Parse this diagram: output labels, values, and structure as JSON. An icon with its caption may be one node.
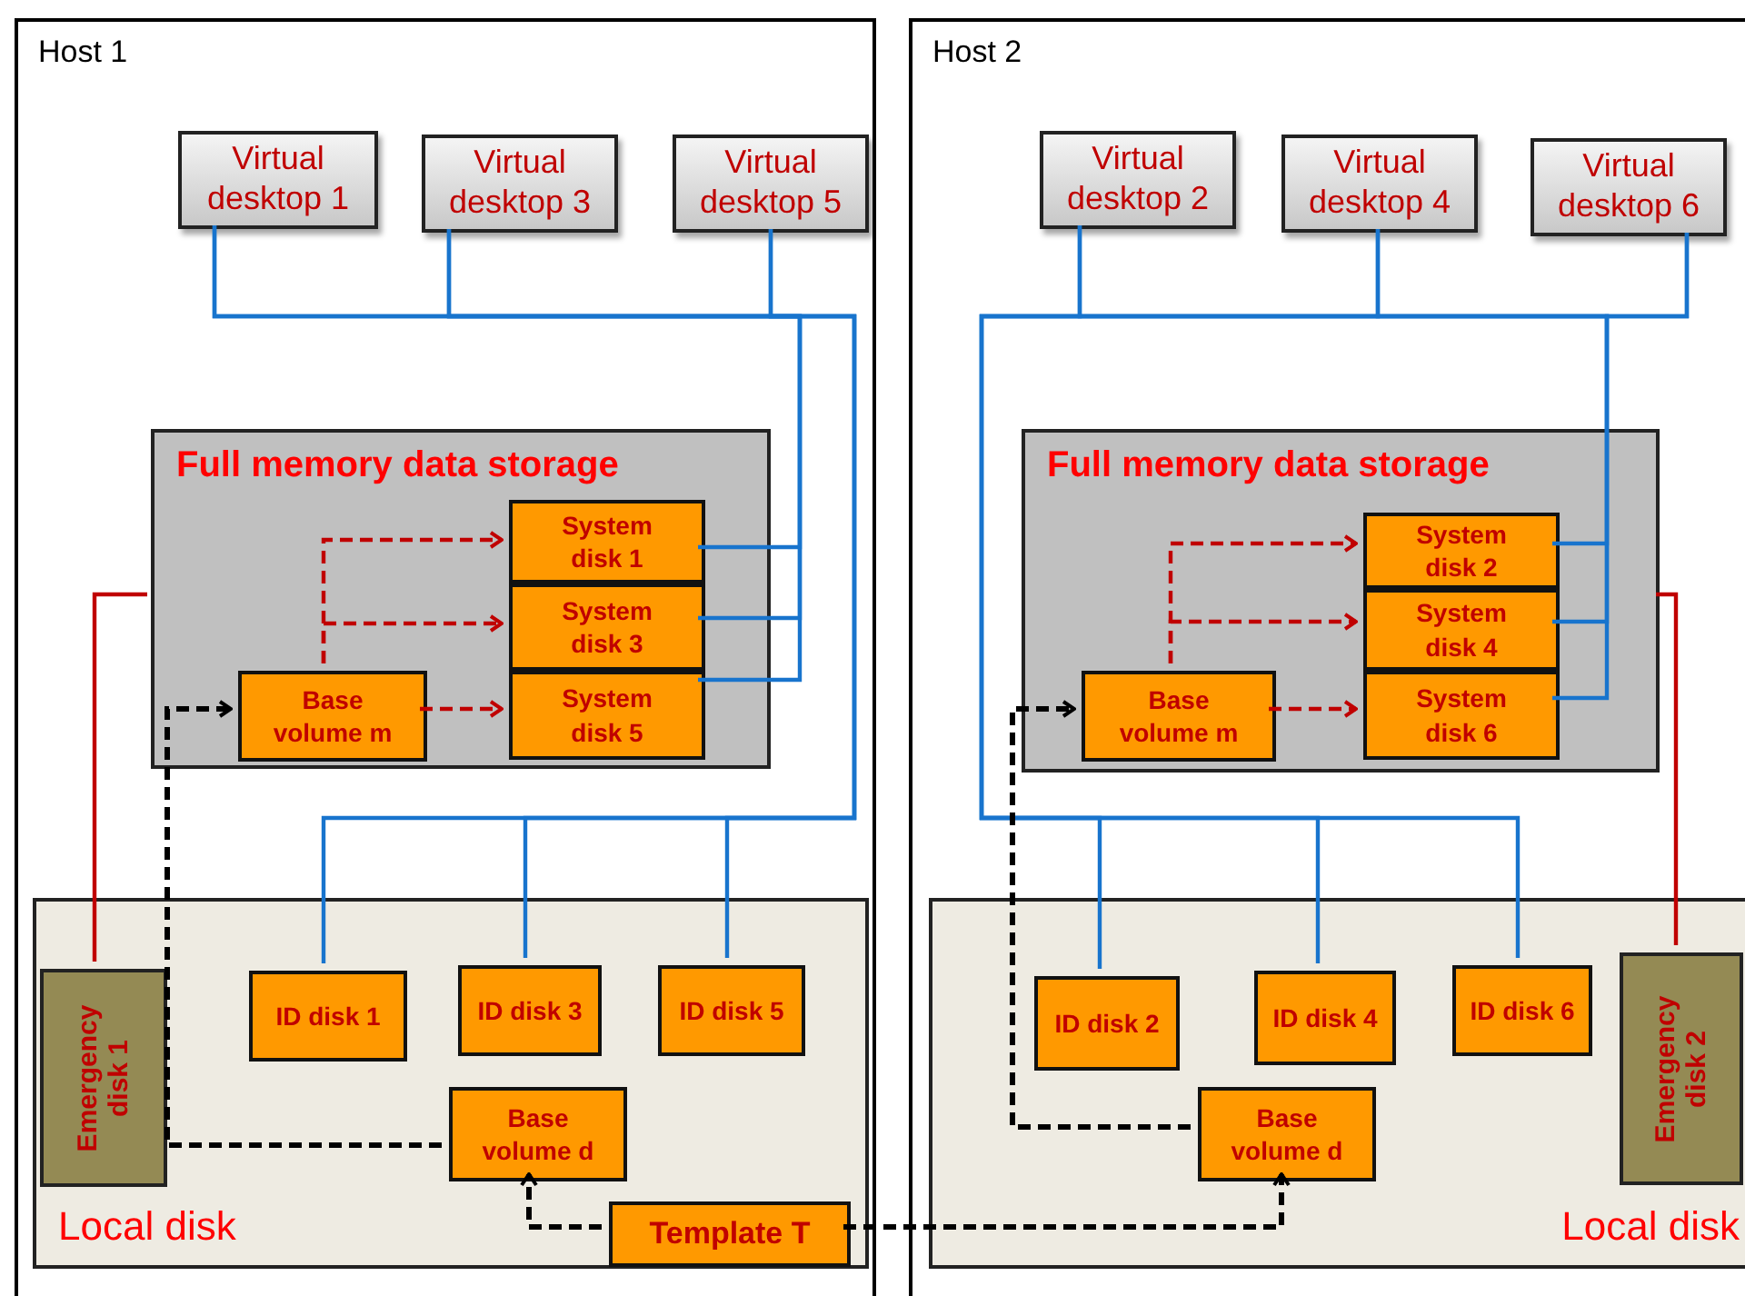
{
  "diagram": {
    "nodes": [
      {
        "text": [
          "Host 1"
        ]
      },
      {
        "text": [
          "Host 2"
        ]
      },
      {
        "text": [
          "Virtual desktop 1"
        ],
        "in": 0
      },
      {
        "text": [
          "Virtual desktop 3"
        ],
        "in": 0
      },
      {
        "text": [
          "Virtual desktop 5"
        ],
        "in": 0
      },
      {
        "text": [
          "Virtual desktop 2"
        ],
        "in": 1
      },
      {
        "text": [
          "Virtual desktop 4"
        ],
        "in": 1
      },
      {
        "text": [
          "Virtual desktop 6"
        ],
        "in": 1
      },
      {
        "text": [
          "Full memory data storage"
        ],
        "in": 0
      },
      {
        "text": [
          "Base volume m"
        ],
        "in": 8
      },
      {
        "text": [
          "System disk 1"
        ],
        "in": 8
      },
      {
        "text": [
          "System disk 3"
        ],
        "in": 8
      },
      {
        "text": [
          "System disk 5"
        ],
        "in": 8
      },
      {
        "text": [
          "Local disk"
        ],
        "in": 0
      },
      {
        "text": [
          "Emergency disk 1"
        ],
        "in": 13
      },
      {
        "text": [
          "ID disk 1"
        ],
        "in": 13
      },
      {
        "text": [
          "ID disk 3"
        ],
        "in": 13
      },
      {
        "text": [
          "ID disk 5"
        ],
        "in": 13
      },
      {
        "text": [
          "Base volume d"
        ],
        "in": 13
      },
      {
        "text": [
          "Template T"
        ],
        "in": 13
      },
      {
        "text": [
          "Full memory data storage"
        ],
        "in": 1
      },
      {
        "text": [
          "Base volume m"
        ],
        "in": 20
      },
      {
        "text": [
          "System disk 2"
        ],
        "in": 20
      },
      {
        "text": [
          "System disk 4"
        ],
        "in": 20
      },
      {
        "text": [
          "System disk 6"
        ],
        "in": 20
      },
      {
        "text": [
          "Local disk"
        ],
        "in": 1
      },
      {
        "text": [
          "ID disk 2"
        ],
        "in": 25
      },
      {
        "text": [
          "ID disk 4"
        ],
        "in": 25
      },
      {
        "text": [
          "ID disk 6"
        ],
        "in": 25
      },
      {
        "text": [
          "Base volume d"
        ],
        "in": 25
      },
      {
        "text": [
          "Emergency disk 2"
        ],
        "in": 25
      }
    ],
    "edges": [
      {
        "from": 2,
        "to": 10,
        "arrow": "none"
      },
      {
        "from": 3,
        "to": 11,
        "arrow": "none"
      },
      {
        "from": 4,
        "to": 12,
        "arrow": "none"
      },
      {
        "from": 2,
        "to": 15,
        "arrow": "none"
      },
      {
        "from": 3,
        "to": 16,
        "arrow": "none"
      },
      {
        "from": 4,
        "to": 17,
        "arrow": "none"
      },
      {
        "from": 5,
        "to": 22,
        "arrow": "none"
      },
      {
        "from": 6,
        "to": 23,
        "arrow": "none"
      },
      {
        "from": 7,
        "to": 24,
        "arrow": "none"
      },
      {
        "from": 5,
        "to": 26,
        "arrow": "none"
      },
      {
        "from": 6,
        "to": 27,
        "arrow": "none"
      },
      {
        "from": 7,
        "to": 28,
        "arrow": "none"
      },
      {
        "from": 9,
        "to": 10,
        "arrow": "to",
        "style": "dashed",
        "color": "#c00000"
      },
      {
        "from": 9,
        "to": 11,
        "arrow": "to",
        "style": "dashed",
        "color": "#c00000"
      },
      {
        "from": 9,
        "to": 12,
        "arrow": "to",
        "style": "dashed",
        "color": "#c00000"
      },
      {
        "from": 21,
        "to": 22,
        "arrow": "to",
        "style": "dashed",
        "color": "#c00000"
      },
      {
        "from": 21,
        "to": 23,
        "arrow": "to",
        "style": "dashed",
        "color": "#c00000"
      },
      {
        "from": 21,
        "to": 24,
        "arrow": "to",
        "style": "dashed",
        "color": "#c00000"
      },
      {
        "from": 14,
        "to": 8,
        "arrow": "none",
        "color": "#c00000"
      },
      {
        "from": 30,
        "to": 20,
        "arrow": "none",
        "color": "#c00000"
      },
      {
        "from": 18,
        "to": 9,
        "arrow": "to",
        "style": "dashed",
        "color": "#000000"
      },
      {
        "from": 29,
        "to": 21,
        "arrow": "to",
        "style": "dashed",
        "color": "#000000"
      },
      {
        "from": 19,
        "to": 18,
        "arrow": "to",
        "style": "dashed",
        "color": "#000000"
      },
      {
        "from": 19,
        "to": 29,
        "arrow": "to",
        "style": "dashed",
        "color": "#000000"
      }
    ]
  }
}
